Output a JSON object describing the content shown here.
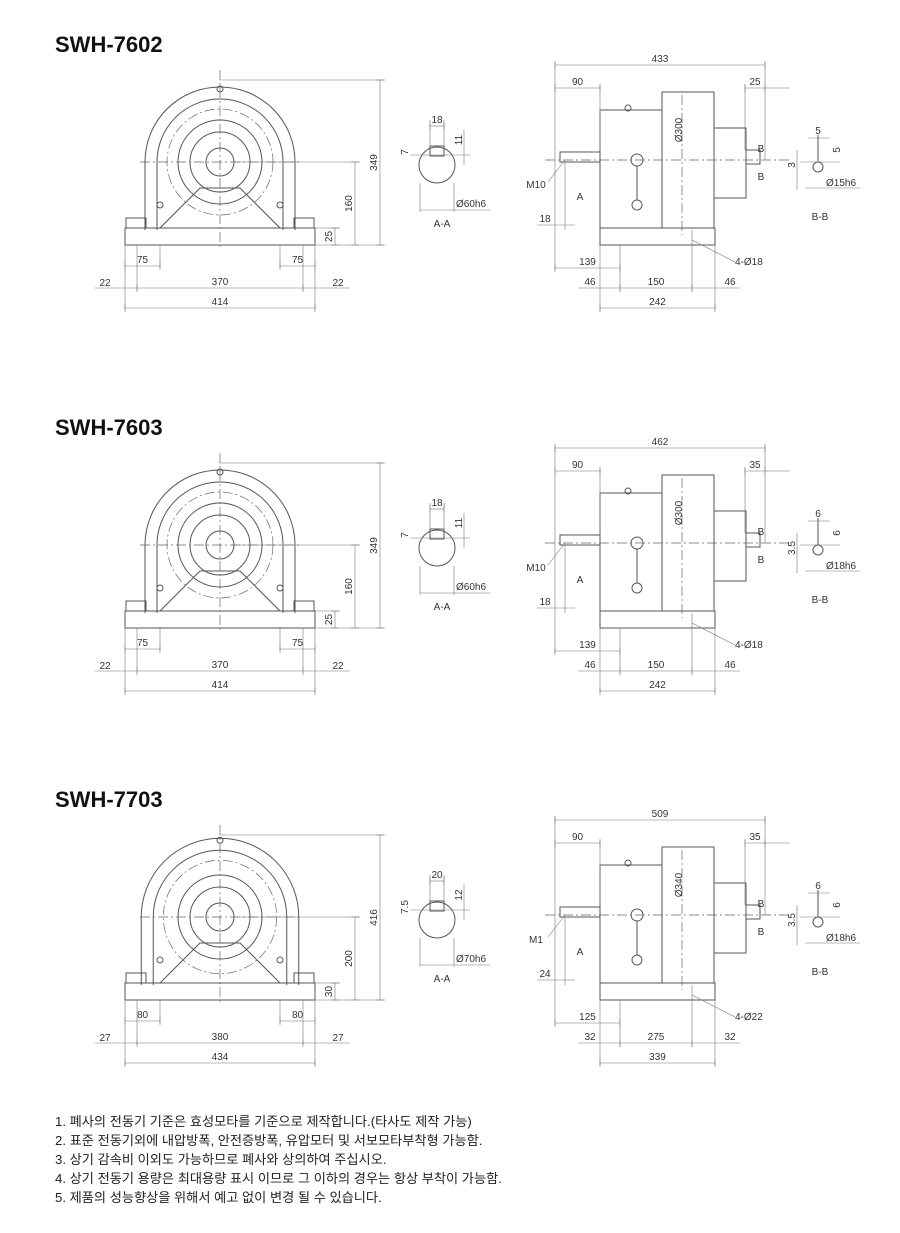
{
  "models": [
    {
      "title": "SWH-7602",
      "front": {
        "h_total": "349",
        "h_center": "160",
        "h_base": "25",
        "foot": "75",
        "foot2": "75",
        "span": "370",
        "edge_l": "22",
        "edge_r": "22",
        "width": "414"
      },
      "section_a": {
        "key_w": "18",
        "key_d": "7",
        "key_t": "11",
        "shaft": "Ø60h6",
        "label": "A-A",
        "mark": "A"
      },
      "side": {
        "length": "433",
        "input_len": "90",
        "output_len": "25",
        "bore": "Ø300",
        "tap": "M10",
        "shaft_off": "18",
        "to_hole": "139",
        "edge_l": "46",
        "hole_span": "150",
        "edge_r": "46",
        "base_w": "242",
        "holes": "4-Ø18",
        "mark_b": "B"
      },
      "section_b": {
        "key_w": "5",
        "key_t": "5",
        "key_d": "3",
        "shaft": "Ø15h6",
        "label": "B-B"
      }
    },
    {
      "title": "SWH-7603",
      "front": {
        "h_total": "349",
        "h_center": "160",
        "h_base": "25",
        "foot": "75",
        "foot2": "75",
        "span": "370",
        "edge_l": "22",
        "edge_r": "22",
        "width": "414"
      },
      "section_a": {
        "key_w": "18",
        "key_d": "7",
        "key_t": "11",
        "shaft": "Ø60h6",
        "label": "A-A",
        "mark": "A"
      },
      "side": {
        "length": "462",
        "input_len": "90",
        "output_len": "35",
        "bore": "Ø300",
        "tap": "M10",
        "shaft_off": "18",
        "to_hole": "139",
        "edge_l": "46",
        "hole_span": "150",
        "edge_r": "46",
        "base_w": "242",
        "holes": "4-Ø18",
        "mark_b": "B"
      },
      "section_b": {
        "key_w": "6",
        "key_t": "6",
        "key_d": "3.5",
        "shaft": "Ø18h6",
        "label": "B-B"
      }
    },
    {
      "title": "SWH-7703",
      "front": {
        "h_total": "416",
        "h_center": "200",
        "h_base": "30",
        "foot": "80",
        "foot2": "80",
        "span": "380",
        "edge_l": "27",
        "edge_r": "27",
        "width": "434"
      },
      "section_a": {
        "key_w": "20",
        "key_d": "7.5",
        "key_t": "12",
        "shaft": "Ø70h6",
        "label": "A-A",
        "mark": "A"
      },
      "side": {
        "length": "509",
        "input_len": "90",
        "output_len": "35",
        "bore": "Ø340",
        "tap": "M1",
        "shaft_off": "24",
        "to_hole": "125",
        "edge_l": "32",
        "hole_span": "275",
        "edge_r": "32",
        "base_w": "339",
        "holes": "4-Ø22",
        "mark_b": "B"
      },
      "section_b": {
        "key_w": "6",
        "key_t": "6",
        "key_d": "3.5",
        "shaft": "Ø18h6",
        "label": "B-B"
      }
    }
  ],
  "notes": [
    "1. 폐사의 전동기 기준은 효성모타를 기준으로 제작합니다.(타사도 제작 가능)",
    "2. 표준 전동기외에 내압방폭, 안전증방폭, 유압모터 및 서보모타부착형 가능함.",
    "3. 상기 감속비 이외도 가능하므로 폐사와 상의하여 주십시오.",
    "4. 상기 전동기 용량은 최대용량 표시 이므로 그 이하의 경우는 항상 부착이 가능함.",
    "5. 제품의 성능향상을 위해서 예고 없이 변경 될 수 있습니다."
  ]
}
